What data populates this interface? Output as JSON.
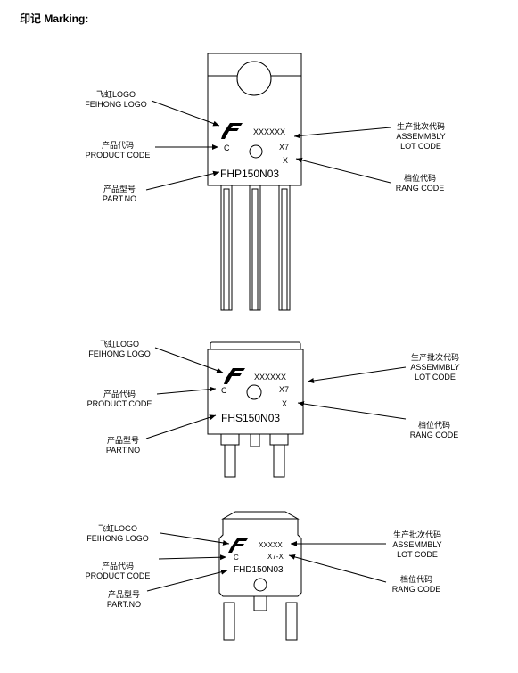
{
  "header": "印记 Marking:",
  "packages": [
    {
      "logo_cn": "飞虹LOGO",
      "logo_en": "FEIHONG LOGO",
      "product_cn": "产品代码",
      "product_en": "PRODUCT CODE",
      "part_cn": "产品型号",
      "part_en": "PART.NO",
      "lot_cn": "生产批次代码",
      "lot_en1": "ASSEMMBLY",
      "lot_en2": "LOT CODE",
      "rang_cn": "档位代码",
      "rang_en": "RANG CODE",
      "mark_lot": "XXXXXX",
      "mark_x7": "X7",
      "mark_c": "C",
      "mark_x": "X",
      "part_no": "FHP150N03"
    },
    {
      "logo_cn": "飞虹LOGO",
      "logo_en": "FEIHONG LOGO",
      "product_cn": "产品代码",
      "product_en": "PRODUCT CODE",
      "part_cn": "产品型号",
      "part_en": "PART.NO",
      "lot_cn": "生产批次代码",
      "lot_en1": "ASSEMMBLY",
      "lot_en2": "LOT CODE",
      "rang_cn": "档位代码",
      "rang_en": "RANG CODE",
      "mark_lot": "XXXXXX",
      "mark_x7": "X7",
      "mark_c": "C",
      "mark_x": "X",
      "part_no": "FHS150N03"
    },
    {
      "logo_cn": "飞虹LOGO",
      "logo_en": "FEIHONG LOGO",
      "product_cn": "产品代码",
      "product_en": "PRODUCT CODE",
      "part_cn": "产品型号",
      "part_en": "PART.NO",
      "lot_cn": "生产批次代码",
      "lot_en1": "ASSEMMBLY",
      "lot_en2": "LOT CODE",
      "rang_cn": "档位代码",
      "rang_en": "RANG CODE",
      "mark_lot": "XXXXX",
      "mark_x7": "X7-X",
      "mark_c": "C",
      "part_no": "FHD150N03"
    }
  ]
}
